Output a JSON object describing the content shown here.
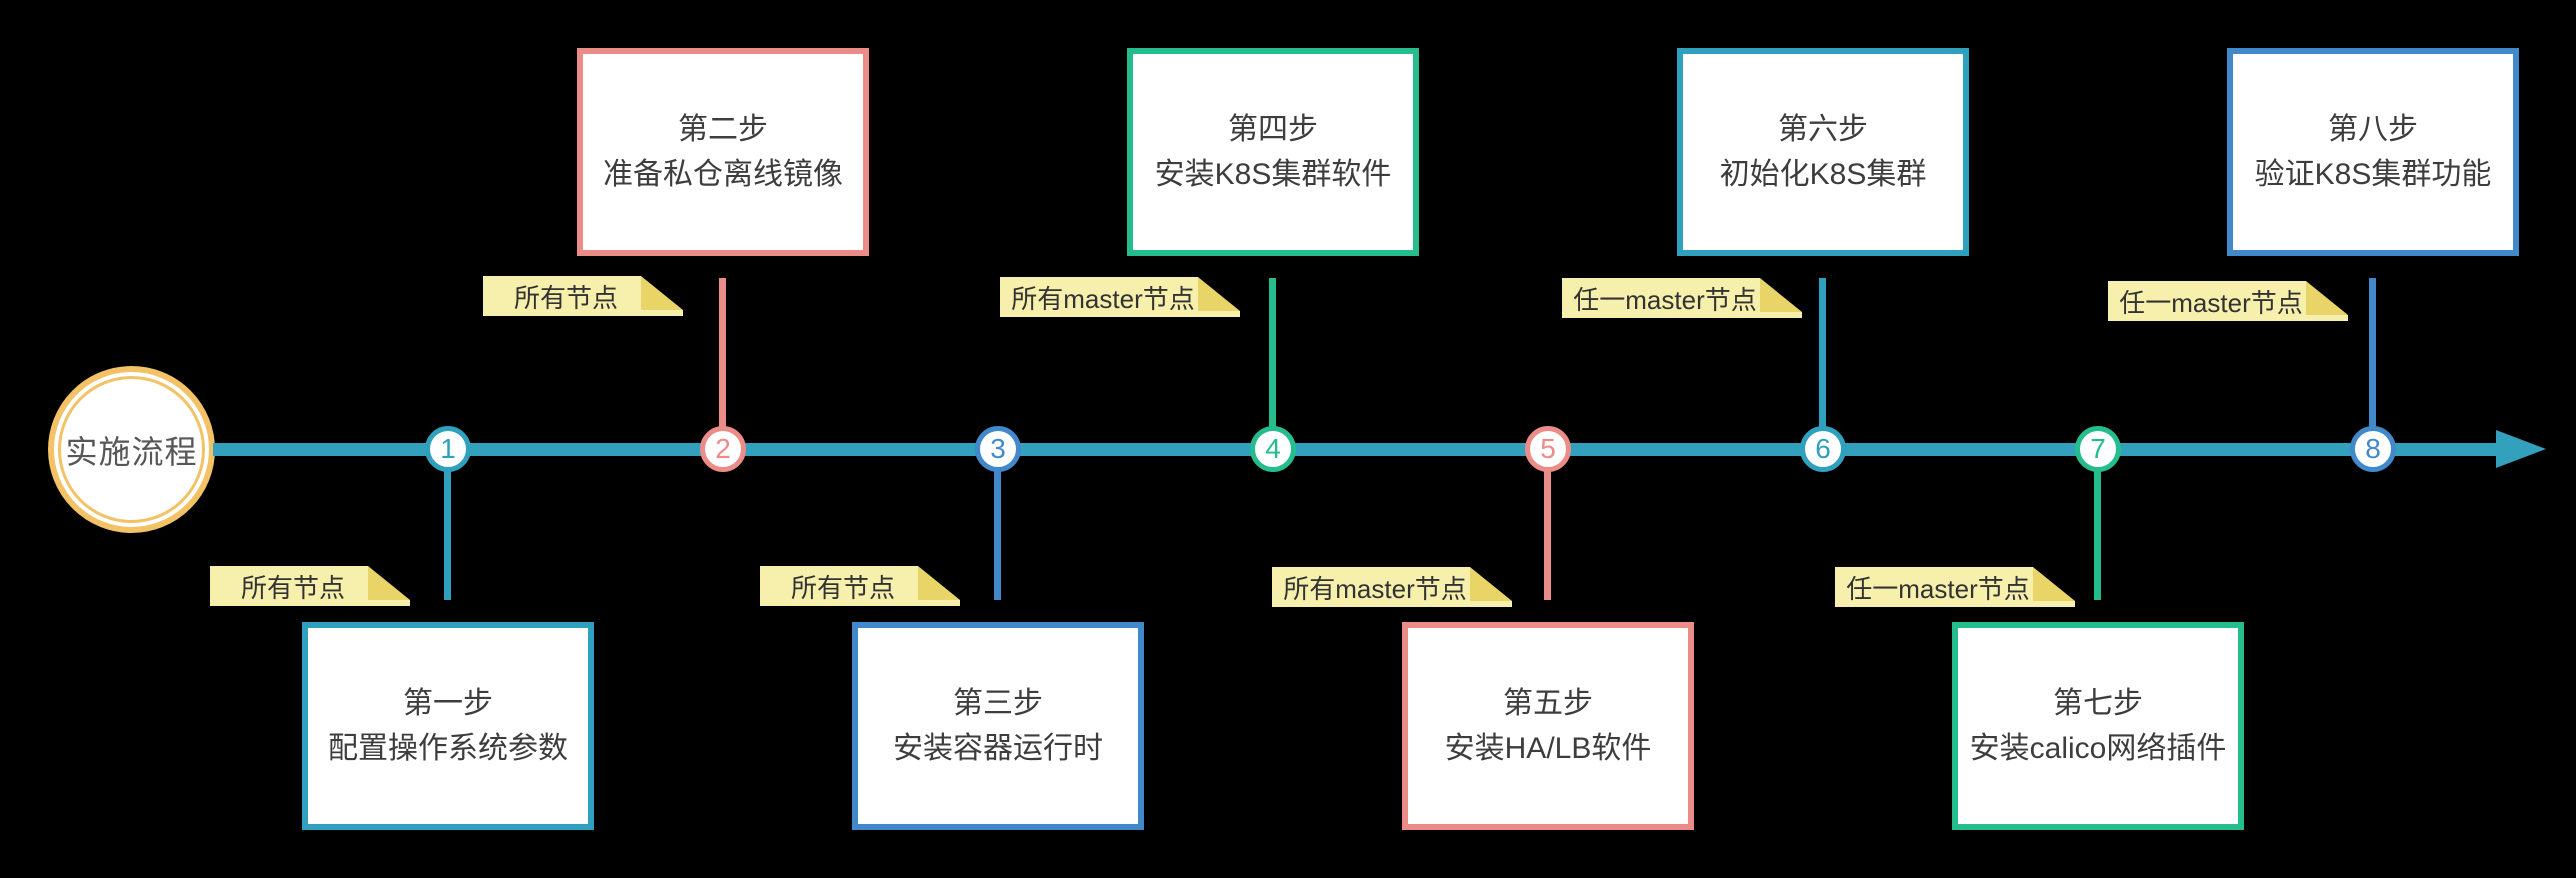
{
  "diagram": {
    "start_label": "实施流程",
    "steps": [
      {
        "num": "1",
        "title": "第一步",
        "subtitle": "配置操作系统参数",
        "tag": "所有节点",
        "color": "teal",
        "box_position": "below"
      },
      {
        "num": "2",
        "title": "第二步",
        "subtitle": "准备私仓离线镜像",
        "tag": "所有节点",
        "color": "pink",
        "box_position": "above"
      },
      {
        "num": "3",
        "title": "第三步",
        "subtitle": "安装容器运行时",
        "tag": "所有节点",
        "color": "blue",
        "box_position": "below"
      },
      {
        "num": "4",
        "title": "第四步",
        "subtitle": "安装K8S集群软件",
        "tag": "所有master节点",
        "color": "green",
        "box_position": "above"
      },
      {
        "num": "5",
        "title": "第五步",
        "subtitle": "安装HA/LB软件",
        "tag": "所有master节点",
        "color": "pink",
        "box_position": "below"
      },
      {
        "num": "6",
        "title": "第六步",
        "subtitle": "初始化K8S集群",
        "tag": "任一master节点",
        "color": "teal",
        "box_position": "above"
      },
      {
        "num": "7",
        "title": "第七步",
        "subtitle": "安装calico网络插件",
        "tag": "任一master节点",
        "color": "green",
        "box_position": "below"
      },
      {
        "num": "8",
        "title": "第八步",
        "subtitle": "验证K8S集群功能",
        "tag": "任一master节点",
        "color": "blue",
        "box_position": "above"
      }
    ]
  },
  "colors": {
    "timeline": "#33A0BE",
    "teal": "#2FA0BE",
    "pink": "#EC8C88",
    "blue": "#4289CB",
    "green": "#26BD8E",
    "start_circle_orange": "#F4C266",
    "note_fill": "#F7F0AD",
    "note_fold": "#E9D467",
    "box_background": "#FFFFFF",
    "text": "#3D3D3D",
    "background": "#000000"
  }
}
